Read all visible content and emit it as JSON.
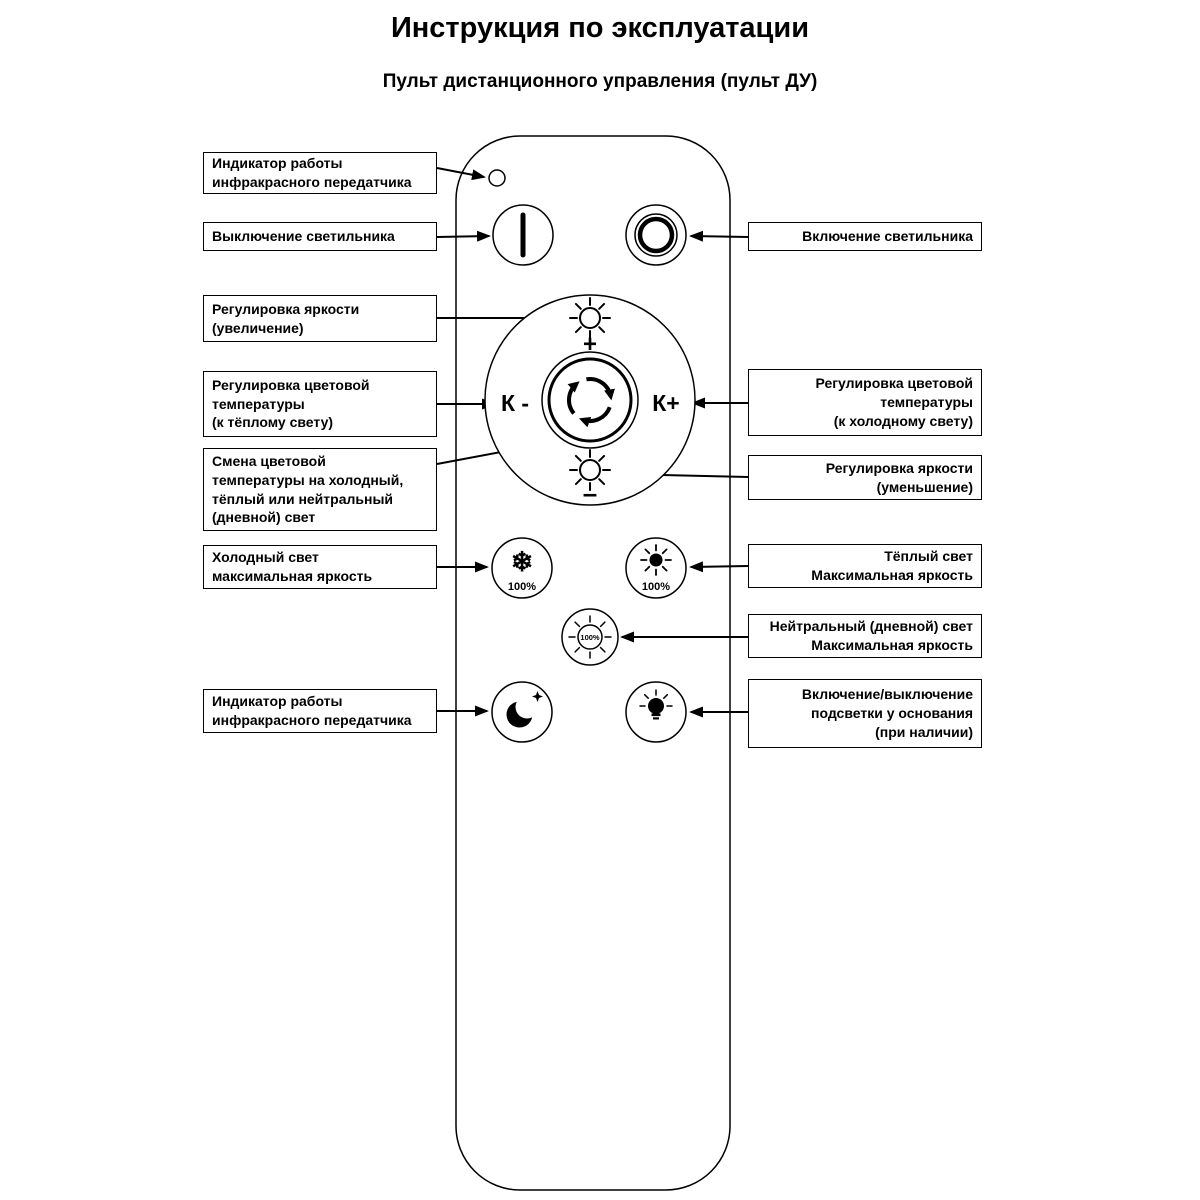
{
  "page": {
    "title": "Инструкция по эксплуатации",
    "subtitle": "Пульт дистанционного управления (пульт ДУ)"
  },
  "colors": {
    "ink": "#000000",
    "background": "#ffffff"
  },
  "icons": {
    "snowflake": "❄"
  },
  "remote": {
    "plus_sign": "+",
    "minus_sign": "–",
    "k_minus_label": "К -",
    "k_plus_label": "К+",
    "cold_button_percent": "100%",
    "warm_button_percent": "100%",
    "neutral_button_percent": "100%"
  },
  "callouts": {
    "left": [
      {
        "label": "Индикатор работы\nинфракрасного передатчика"
      },
      {
        "label": "Выключение светильника"
      },
      {
        "label": "Регулировка яркости\n(увеличение)"
      },
      {
        "label": "Регулировка цветовой\nтемпературы\n(к тёплому свету)"
      },
      {
        "label": "Смена цветовой\nтемпературы на холодный,\nтёплый или нейтральный\n(дневной) свет"
      },
      {
        "label": "Холодный свет\nмаксимальная яркость"
      },
      {
        "label": "Индикатор работы\nинфракрасного передатчика"
      }
    ],
    "right": [
      {
        "label": "Включение светильника"
      },
      {
        "label": "Регулировка цветовой\nтемпературы\n(к холодному свету)"
      },
      {
        "label": "Регулировка яркости\n(уменьшение)"
      },
      {
        "label": "Тёплый свет\nМаксимальная яркость"
      },
      {
        "label": "Нейтральный (дневной) свет\nМаксимальная яркость"
      },
      {
        "label": "Включение/выключение\nподсветки у основания\n(при наличии)"
      }
    ]
  }
}
